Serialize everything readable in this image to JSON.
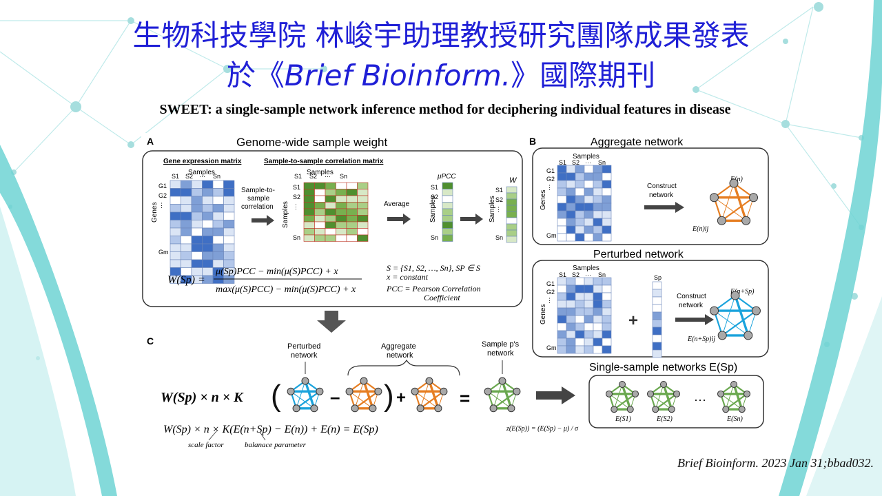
{
  "slide": {
    "title_line1": "生物科技學院 林峻宇助理教授研究團隊成果發表",
    "title_line2_prefix": "於《",
    "title_line2_journal": "Brief Bioinform.",
    "title_line2_suffix": "》國際期刊",
    "paper_title": "SWEET: a single-sample network inference method for deciphering individual features in disease",
    "citation": "Brief Bioinform. 2023 Jan 31;bbad032."
  },
  "figure": {
    "panel_a": {
      "letter": "A",
      "heading": "Genome-wide sample weight",
      "gene_matrix_label": "Gene expression matrix",
      "corr_matrix_label": "Sample-to-sample correlation matrix",
      "samples_label": "Samples",
      "genes_label": "Genes",
      "step1": [
        "Sample-to-",
        "sample",
        "correlation"
      ],
      "step2": "Average",
      "mu_label": "μPCC",
      "w_label": "W",
      "row_labels": [
        "G1",
        "G2",
        "⋮",
        "Gm"
      ],
      "col_labels": [
        "S1",
        "S2",
        "···",
        "Sn"
      ],
      "sample_rows": [
        "S1",
        "S2",
        "⋮",
        "Sn"
      ],
      "formula_lhs": "W(Sp) =",
      "formula_num": "μ(Sp)PCC − min(μ(S)PCC) + x",
      "formula_den": "max(μ(S)PCC) − min(μ(S)PCC) + x",
      "def1": "S = {S1, S2, …, Sn}, SP ∈ S",
      "def2": "x = constant",
      "def3": "PCC = Pearson Correlation",
      "def4": "Coefficient"
    },
    "panel_b": {
      "letter": "B",
      "aggregate_heading": "Aggregate network",
      "perturbed_heading": "Perturbed network",
      "construct_1": [
        "Construct",
        "network"
      ],
      "construct_2": [
        "Construct",
        "network"
      ],
      "en": "E(n)",
      "eij": "E(n)ij",
      "ensp": "E(n+Sp)",
      "eijsp": "E(n+Sp)ij",
      "sp": "Sp",
      "plus": "+"
    },
    "panel_c": {
      "letter": "C",
      "perturbed_label": [
        "Perturbed",
        "network"
      ],
      "aggregate_label": [
        "Aggregate",
        "network"
      ],
      "sample_label": [
        "Sample p's",
        "network"
      ],
      "single_heading": "Single-sample networks E(Sp)",
      "eq_main": "W(Sp) × n × K",
      "eq_line2": "W(Sp) × n × K(E(n+Sp) − E(n)) + E(n) = E(Sp)",
      "scale_factor": "scale factor",
      "balance_param": "balanace parameter",
      "zscore": "z(E(Sp)) = (E(Sp) − μ) / σ",
      "ess_labels": [
        "E(S1)",
        "E(S2)",
        "E(Sn)"
      ],
      "dots": "···"
    }
  },
  "colors": {
    "title": "#1f1fd6",
    "teal": "#5ccfcf",
    "blue_cell": "#3f6fc4",
    "green_cell": "#4f8f2f",
    "orange": "#e67e22",
    "cyan": "#1aa3dc",
    "green_net": "#6aa84f"
  }
}
